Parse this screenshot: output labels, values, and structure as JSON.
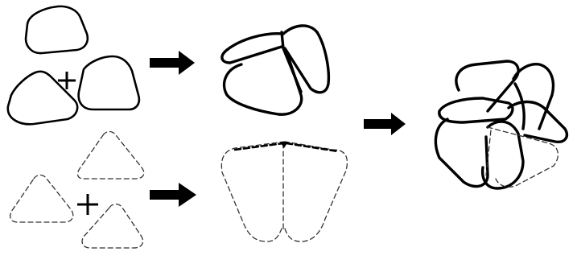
{
  "figure": {
    "colors": {
      "stroke": "#000000",
      "dashed_stroke": "#333333",
      "background": "#ffffff"
    },
    "operators": [
      "plus",
      "plus"
    ],
    "arrows": [
      "right-arrow",
      "right-arrow",
      "right-arrow"
    ]
  }
}
